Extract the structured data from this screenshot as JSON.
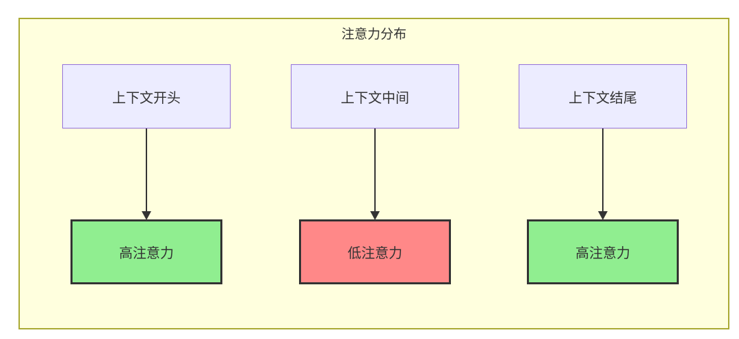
{
  "diagram": {
    "title": "注意力分布",
    "colors": {
      "cluster_background": "#ffffde",
      "cluster_border": "#aaaa33",
      "source_node_background": "#ececff",
      "source_node_border": "#9370db",
      "high_attention_background": "#90ee90",
      "low_attention_background": "#ff8888",
      "result_node_border": "#333333",
      "arrow": "#333333",
      "text": "#333333"
    },
    "columns": [
      {
        "source": "上下文开头",
        "result": "高注意力",
        "level": "high"
      },
      {
        "source": "上下文中间",
        "result": "低注意力",
        "level": "low"
      },
      {
        "source": "上下文结尾",
        "result": "高注意力",
        "level": "high"
      }
    ]
  }
}
